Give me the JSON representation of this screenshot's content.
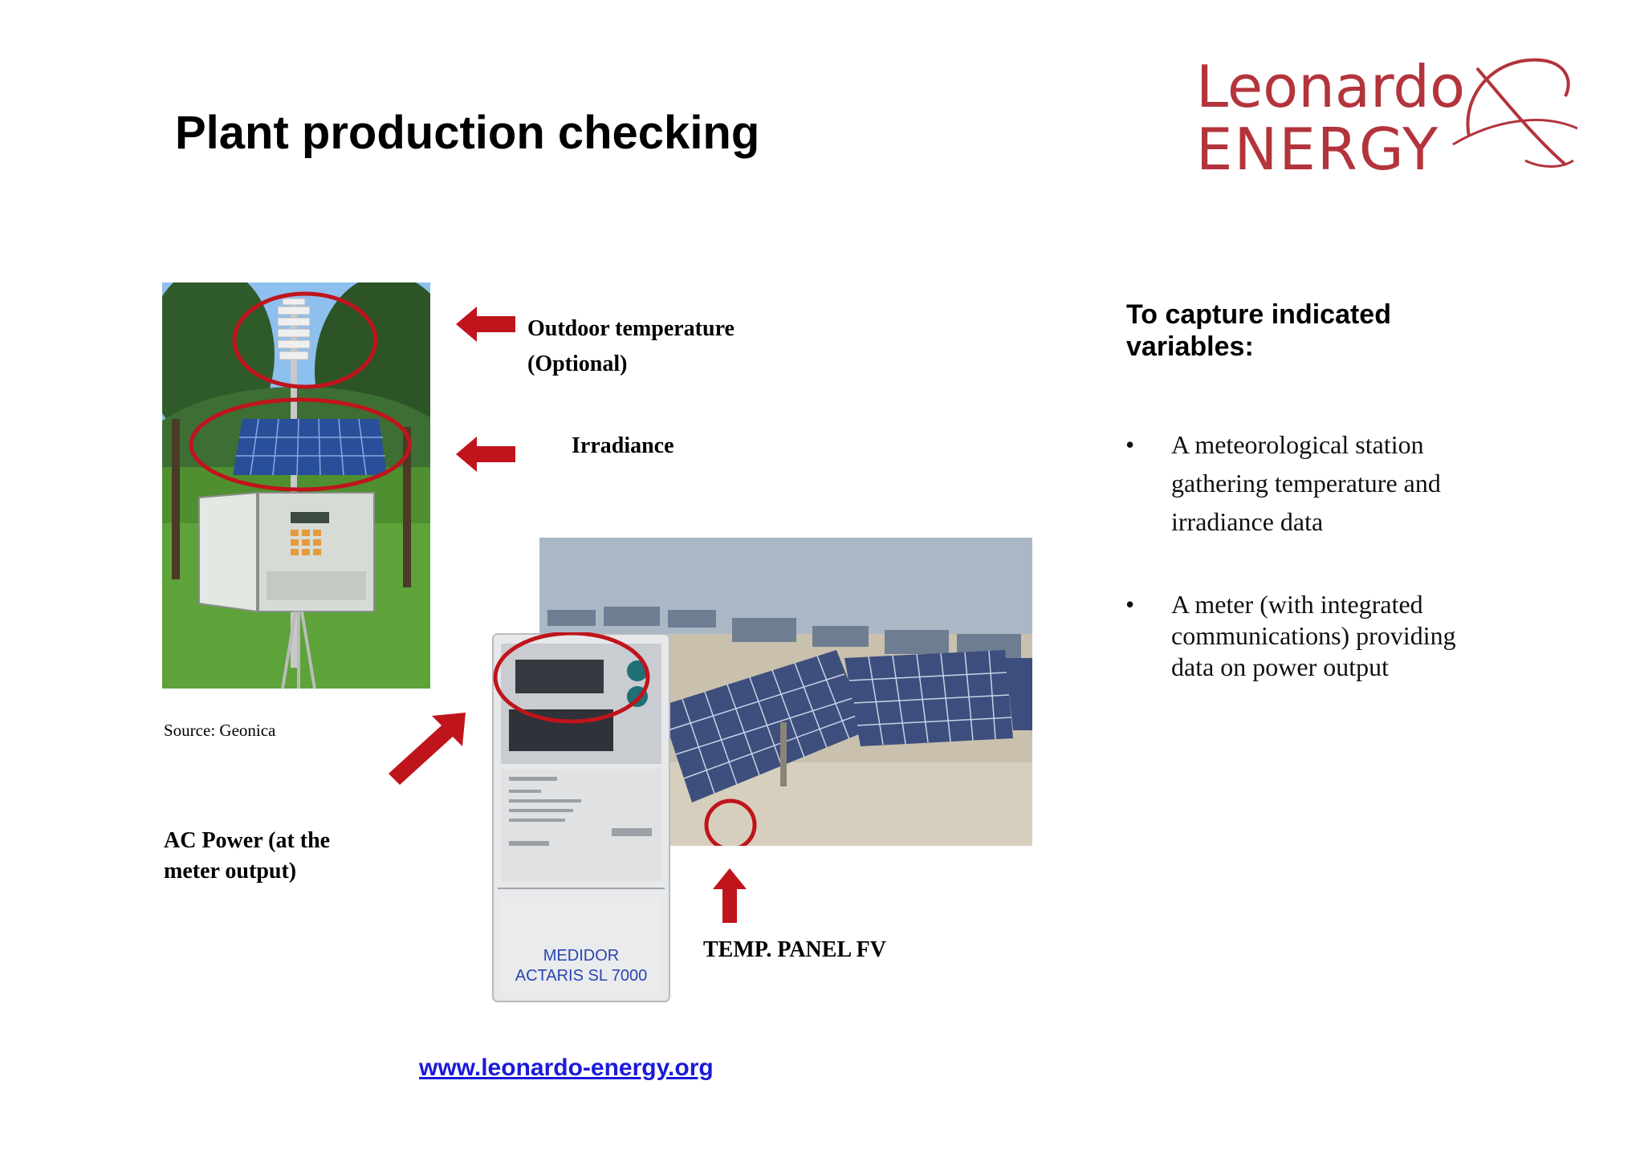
{
  "slide": {
    "title": "Plant production checking",
    "logo": {
      "line1": "Leonardo",
      "line2": "ENERGY"
    },
    "labels": {
      "outdoor_temp_line1": "Outdoor temperature",
      "outdoor_temp_line2": "(Optional)",
      "irradiance": "Irradiance",
      "source": "Source: Geonica",
      "ac_power_line1": "AC Power (at the",
      "ac_power_line2": "meter output)",
      "temp_panel": "TEMP. PANEL FV",
      "meter_text_line1": "MEDIDOR",
      "meter_text_line2": "ACTARIS SL 7000"
    },
    "right_panel": {
      "heading_line1": "To capture indicated",
      "heading_line2": "variables:",
      "bullet_symbol": "•",
      "bullets": [
        {
          "lines": [
            "A  meteorological station",
            "gathering temperature and",
            "irradiance data"
          ]
        },
        {
          "lines": [
            "A meter (with integrated",
            "communications) providing",
            "data on power output"
          ]
        }
      ]
    },
    "footer_url": "www.leonardo-energy.org",
    "colors": {
      "accent_red": "#c0141c",
      "logo_red": "#b3343c",
      "link_blue": "#1a1adb"
    }
  }
}
